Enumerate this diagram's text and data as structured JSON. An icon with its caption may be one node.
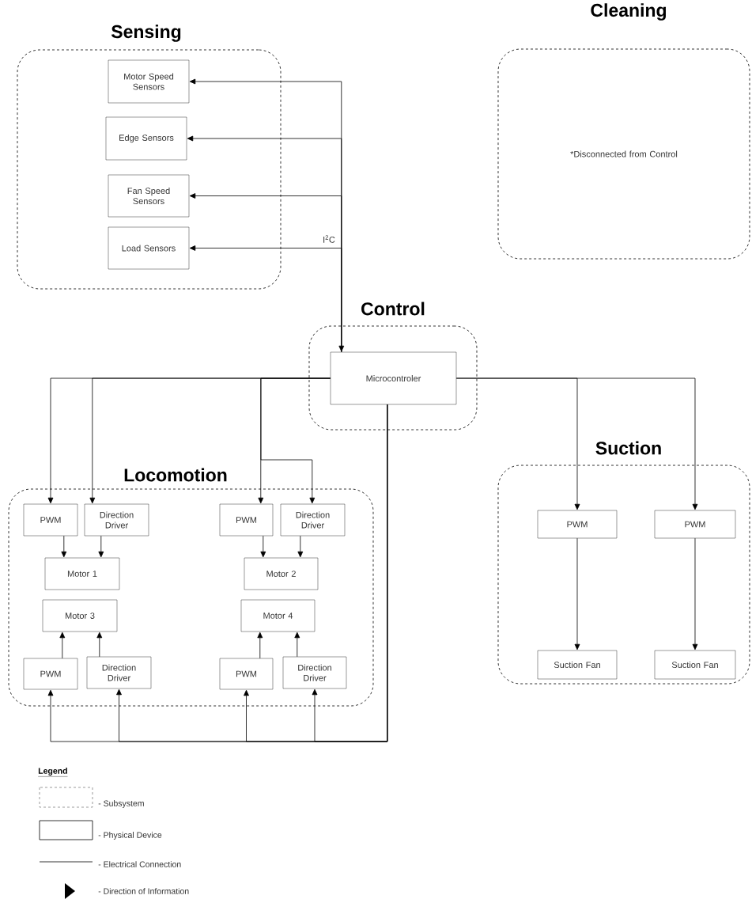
{
  "diagram": {
    "nodes": [
      {
        "text": [
          "Sensing"
        ]
      },
      {
        "text": [
          "Motor Speed Sensors"
        ],
        "in": 0
      },
      {
        "text": [
          "Edge Sensors"
        ],
        "in": 0
      },
      {
        "text": [
          "Fan Speed Sensors"
        ],
        "in": 0
      },
      {
        "text": [
          "Load Sensors"
        ],
        "in": 0
      },
      {
        "text": [
          "Cleaning",
          "*Disconnected from Control"
        ]
      },
      {
        "text": [
          "Control"
        ]
      },
      {
        "text": [
          "Microcontroler"
        ],
        "in": 6
      },
      {
        "text": [
          "Locomotion"
        ]
      },
      {
        "text": [
          "PWM"
        ],
        "in": 8
      },
      {
        "text": [
          "Direction Driver"
        ],
        "in": 8
      },
      {
        "text": [
          "Motor 1"
        ],
        "in": 8
      },
      {
        "text": [
          "PWM"
        ],
        "in": 8
      },
      {
        "text": [
          "Direction Driver"
        ],
        "in": 8
      },
      {
        "text": [
          "Motor 2"
        ],
        "in": 8
      },
      {
        "text": [
          "Motor 3"
        ],
        "in": 8
      },
      {
        "text": [
          "Motor 4"
        ],
        "in": 8
      },
      {
        "text": [
          "PWM"
        ],
        "in": 8
      },
      {
        "text": [
          "Direction Driver"
        ],
        "in": 8
      },
      {
        "text": [
          "PWM"
        ],
        "in": 8
      },
      {
        "text": [
          "Direction Driver"
        ],
        "in": 8
      },
      {
        "text": [
          "Suction"
        ]
      },
      {
        "text": [
          "PWM"
        ],
        "in": 21
      },
      {
        "text": [
          "PWM"
        ],
        "in": 21
      },
      {
        "text": [
          "Suction Fan"
        ],
        "in": 21
      },
      {
        "text": [
          "Suction Fan"
        ],
        "in": 21
      }
    ],
    "edges": [
      {
        "from": 7,
        "to": 1,
        "arrow": "to"
      },
      {
        "from": 7,
        "to": 2,
        "arrow": "to"
      },
      {
        "from": 7,
        "to": 3,
        "arrow": "to"
      },
      {
        "from": 7,
        "to": 4,
        "arrow": "both",
        "label": "I$^{2}$C"
      },
      {
        "from": 7,
        "to": 9,
        "arrow": "to"
      },
      {
        "from": 7,
        "to": 10,
        "arrow": "to"
      },
      {
        "from": 7,
        "to": 12,
        "arrow": "to"
      },
      {
        "from": 7,
        "to": 13,
        "arrow": "to"
      },
      {
        "from": 7,
        "to": 22,
        "arrow": "to"
      },
      {
        "from": 7,
        "to": 23,
        "arrow": "to"
      },
      {
        "from": 9,
        "to": 11,
        "arrow": "to"
      },
      {
        "from": 10,
        "to": 11,
        "arrow": "to"
      },
      {
        "from": 12,
        "to": 14,
        "arrow": "to"
      },
      {
        "from": 13,
        "to": 14,
        "arrow": "to"
      },
      {
        "from": 7,
        "to": 17,
        "arrow": "to"
      },
      {
        "from": 7,
        "to": 18,
        "arrow": "to"
      },
      {
        "from": 7,
        "to": 19,
        "arrow": "to"
      },
      {
        "from": 7,
        "to": 20,
        "arrow": "to"
      },
      {
        "from": 17,
        "to": 15,
        "arrow": "to"
      },
      {
        "from": 18,
        "to": 15,
        "arrow": "to"
      },
      {
        "from": 19,
        "to": 16,
        "arrow": "to"
      },
      {
        "from": 20,
        "to": 16,
        "arrow": "to"
      },
      {
        "from": 22,
        "to": 24,
        "arrow": "to"
      },
      {
        "from": 23,
        "to": 25,
        "arrow": "to"
      }
    ],
    "labels": [
      "Legend"
    ],
    "legend": [
      {
        "text": "- Subsystem"
      },
      {
        "text": "- Physical Device"
      },
      {
        "text": "- Electrical Connection"
      },
      {
        "text": "- Direction of Information"
      }
    ]
  }
}
